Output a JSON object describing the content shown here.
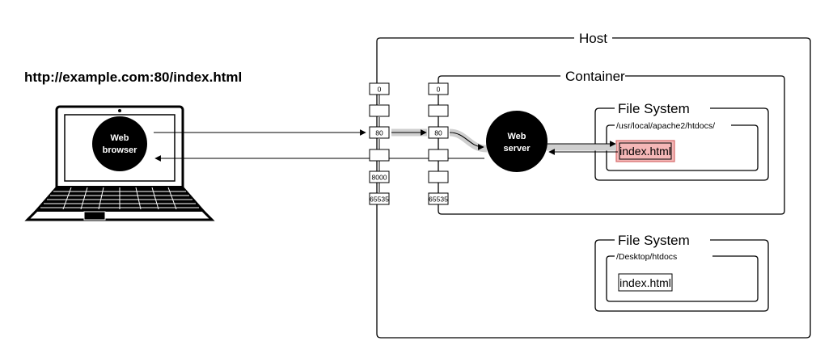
{
  "url": "http://example.com:80/index.html",
  "host": {
    "label": "Host"
  },
  "container": {
    "label": "Container"
  },
  "browser": {
    "line1": "Web",
    "line2": "browser"
  },
  "server": {
    "line1": "Web",
    "line2": "server"
  },
  "host_ports": [
    "0",
    "",
    "80",
    "",
    "8000",
    "65535"
  ],
  "container_ports": [
    "0",
    "",
    "80",
    "",
    "",
    "65535"
  ],
  "container_fs": {
    "label": "File System",
    "path": "/usr/local/apache2/htdocs/",
    "file": "index.html",
    "highlight_color": "#f5b7b7",
    "highlight_border": "#d46a6a"
  },
  "host_fs": {
    "label": "File System",
    "path": "/Desktop/htdocs",
    "file": "index.html"
  }
}
